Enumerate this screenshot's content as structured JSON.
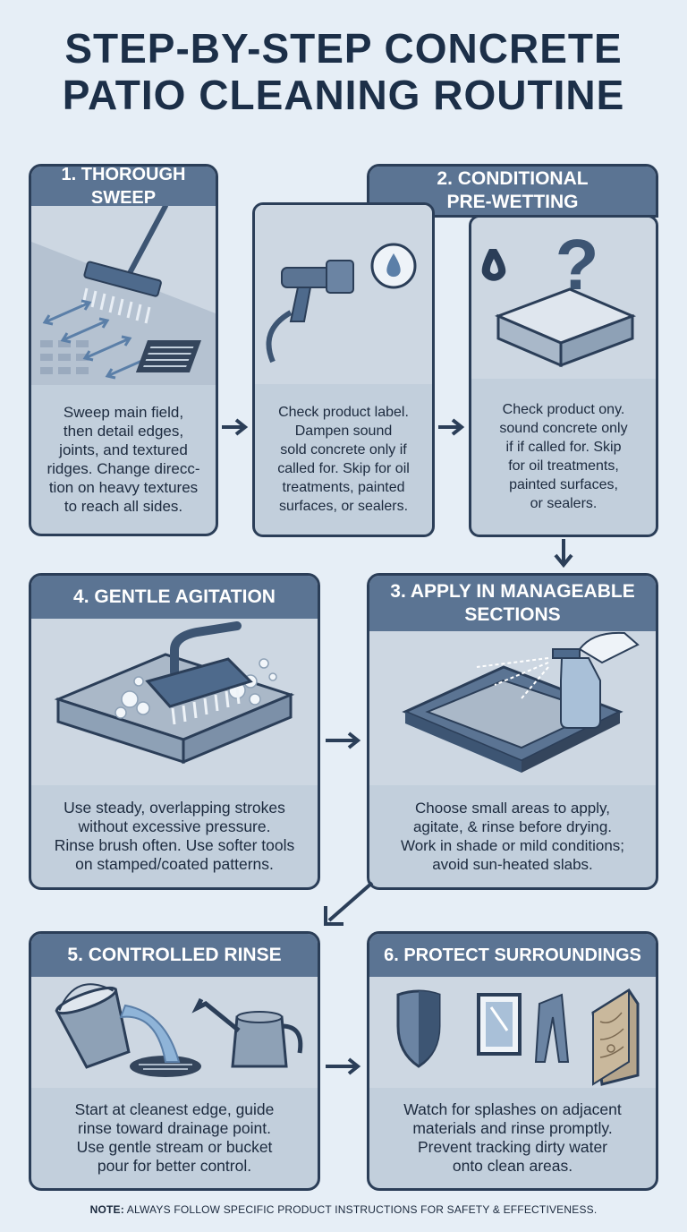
{
  "title": {
    "line1": "STEP-BY-STEP CONCRETE",
    "line2": "PATIO CLEANING ROUTINE"
  },
  "steps": {
    "sweep": {
      "heading": "1. THOROUGH SWEEP",
      "body": [
        "Sweep main field,",
        "then detail edges,",
        "joints, and textured",
        "ridges. Change direcc-",
        "tion on heavy textures",
        "to reach all sides."
      ]
    },
    "prewet": {
      "heading_line1": "2. CONDITIONAL",
      "heading_line2": "PRE-WETTING",
      "body_left": [
        "Check product label.",
        "Dampen sound",
        "sold concrete only if",
        "called for. Skip for oil",
        "treatments, painted",
        "surfaces, or sealers."
      ],
      "body_right": [
        "Check product ony.",
        "sound concrete only",
        "if if called for. Skip",
        "for oil treatments,",
        "painted surfaces,",
        "or sealers."
      ]
    },
    "apply": {
      "heading_line1": "3. APPLY IN MANAGEABLE",
      "heading_line2": "SECTIONS",
      "body": [
        "Choose small areas to apply,",
        "agitate, & rinse before drying.",
        "Work in shade or mild conditions;",
        "avoid sun-heated slabs."
      ]
    },
    "agitate": {
      "heading": "4. GENTLE AGITATION",
      "body": [
        "Use steady, overlapping strokes",
        "without excessive pressure.",
        "Rinse brush often. Use softer tools",
        "on stamped/coated patterns."
      ]
    },
    "rinse": {
      "heading": "5. CONTROLLED RINSE",
      "body": [
        "Start at cleanest edge, guide",
        "rinse toward drainage point.",
        "Use gentle stream or bucket",
        "pour for better control."
      ]
    },
    "protect": {
      "heading": "6. PROTECT SURROUNDINGS",
      "body": [
        "Watch for splashes on adjacent",
        "materials and rinse promptly.",
        "Prevent tracking dirty water",
        "onto clean areas."
      ]
    }
  },
  "note": {
    "label": "NOTE:",
    "text": " ALWAYS FOLLOW SPECIFIC PRODUCT INSTRUCTIONS FOR SAFETY & EFFECTIVENESS."
  },
  "colors": {
    "header": "#5b7493",
    "border": "#2b3e58",
    "panel": "#c2cfdc",
    "background": "#e6eef6"
  }
}
